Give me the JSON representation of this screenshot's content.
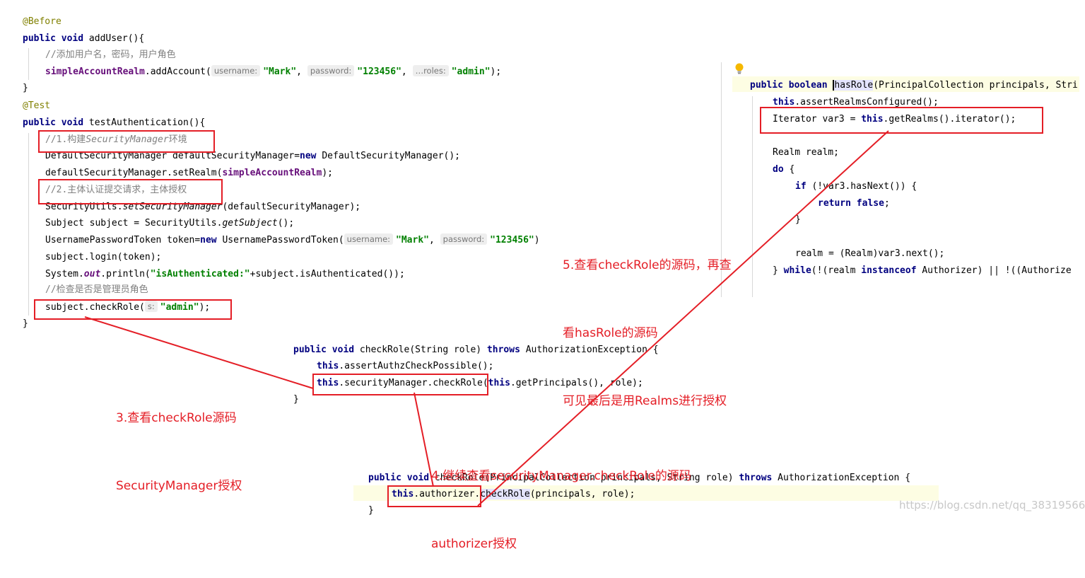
{
  "code_left": {
    "before_annotation": "@Before",
    "add_user_sig_kw": "public void",
    "add_user_sig_rest": " addUser(){",
    "add_user_comment": "//添加用户名，密码，用户角色",
    "add_account_field": "simpleAccountRealm",
    "add_account_call": ".addAccount(",
    "hint_username": "username:",
    "val_mark": "\"Mark\"",
    "hint_password": "password:",
    "val_pwd": "\"123456\"",
    "hint_roles": "…roles:",
    "val_admin": "\"admin\"",
    "close_paren_semi": ");",
    "close_brace": "}",
    "test_annotation": "@Test",
    "test_sig_rest": " testAuthentication(){",
    "comment1_prefix": "//1.构建",
    "comment1_ital": "SecurityManager",
    "comment1_suffix": "环境",
    "line_dsm_a": "DefaultSecurityManager defaultSecurityManager=",
    "kw_new": "new",
    "line_dsm_b": " DefaultSecurityManager();",
    "line_setrealm": "defaultSecurityManager.setRealm(",
    "comment2": "//2.主体认证提交请求，主体授权",
    "line_su_a": "SecurityUtils.",
    "line_su_ital": "setSecurityManager",
    "line_su_b": "(defaultSecurityManager);",
    "line_subj_a": "Subject subject = SecurityUtils.",
    "line_subj_ital": "getSubject",
    "line_subj_b": "();",
    "line_token_a": "UsernamePasswordToken token=",
    "line_token_b": " UsernamePasswordToken(",
    "line_token_close": ")",
    "line_login": "subject.login(token);",
    "line_print_a": "System.",
    "line_print_out": "out",
    "line_print_b": ".println(",
    "line_print_str": "\"isAuthenticated:\"",
    "line_print_c": "+subject.isAuthenticated());",
    "comment3": "//检查是否是管理员角色",
    "line_check_a": "subject.checkRole(",
    "hint_s": "s:",
    "close_brace_end": "}"
  },
  "code_mid": {
    "sig_kw1": "public void",
    "sig_a": " checkRole(String role) ",
    "sig_kw2": "throws",
    "sig_b": " AuthorizationException {",
    "kw_this": "this",
    "line1_b": ".assertAuthzCheckPossible();",
    "line2_b": ".securityManager.checkRole",
    "line2_c": "(",
    "line2_d": ".getPrincipals(), role);",
    "close": "}"
  },
  "code_bottom": {
    "sig_kw": "public void",
    "sig_a": " checkRole(PrincipalCollection principals, String role) ",
    "sig_kw2": "throws",
    "sig_b": " AuthorizationException {",
    "kw_this": "this",
    "line_b": ".authorizer.",
    "line_c": "checkRole",
    "line_d": "(principals, role);",
    "close": "}"
  },
  "code_right": {
    "sig_kw": "public boolean",
    "sig_method": "hasRole",
    "sig_rest": "(PrincipalCollection principals, Stri",
    "kw_this": "this",
    "line1_b": ".assertRealmsConfigured();",
    "line2_a": "Iterator var3 = ",
    "line2_b": ".getRealms().iterator();",
    "line3": "Realm realm;",
    "kw_do": "do",
    "brace_open": " {",
    "kw_if": "if",
    "line_if_rest": " (!var3.hasNext()) {",
    "kw_return": "return",
    "kw_false": "false",
    "semi": ";",
    "inner_close": "}",
    "line_realm": "realm = (Realm)var3.next();",
    "while_a": "} ",
    "kw_while": "while",
    "while_b": "(!(realm ",
    "kw_instanceof": "instanceof",
    "while_c": " Authorizer) || !((Authorize"
  },
  "captions": {
    "c3_line1": "3.查看checkRole源码",
    "c3_line2": "SecurityManager授权",
    "c4_line1": "4.继续查看securityManager.checkRole的源码",
    "c4_line2": "authorizer授权",
    "c5_line1": "5.查看checkRole的源码，再查",
    "c5_line2": "看hasRole的源码",
    "c5_line3": "可见最后是用Realms进行授权"
  },
  "watermark": "https://blog.csdn.net/qq_38319566",
  "colors": {
    "annotation_red": "#e41e26",
    "keyword": "#000080",
    "string": "#008000",
    "field": "#660e7a"
  }
}
